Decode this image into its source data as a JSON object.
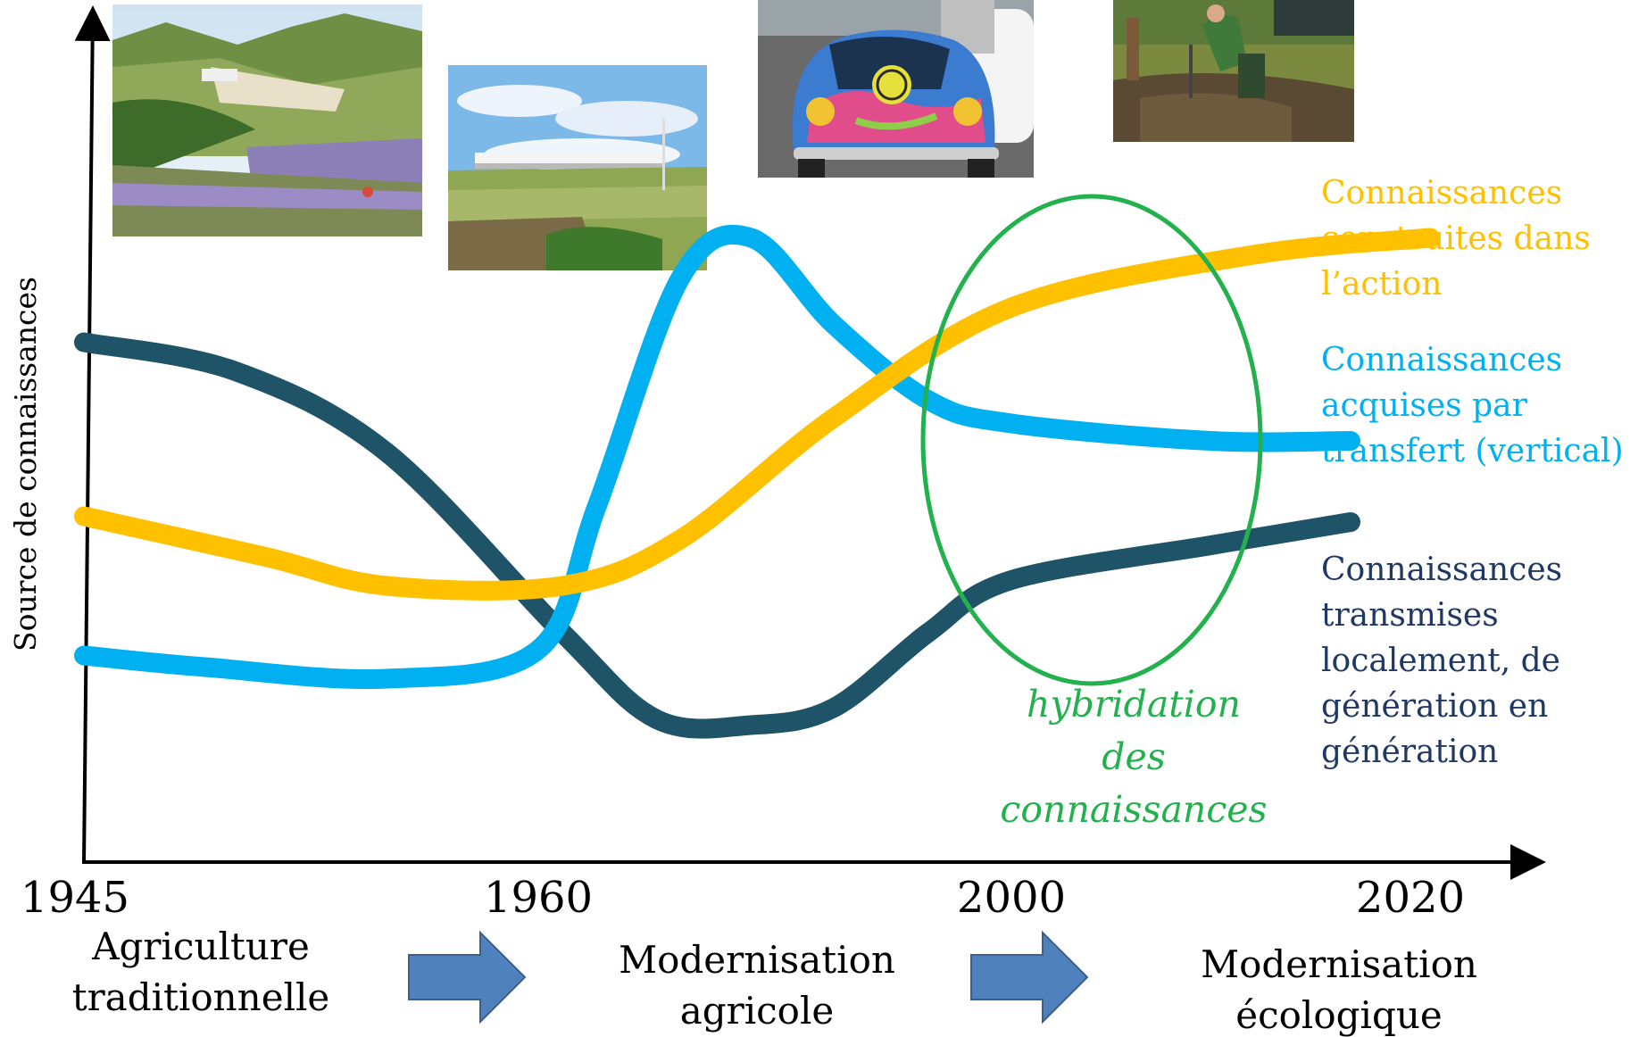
{
  "chart_data": {
    "type": "line",
    "title": "",
    "xlabel": "",
    "ylabel": "Source de connaissances",
    "x_ticks": [
      "1945",
      "1960",
      "2000",
      "2020"
    ],
    "periods": [
      "Agriculture traditionnelle",
      "Modernisation agricole",
      "Modernisation écologique"
    ],
    "series": [
      {
        "name": "Connaissances construites dans l’action",
        "color": "#FFC000",
        "points": [
          [
            1945,
            0.51
          ],
          [
            1951,
            0.44
          ],
          [
            1955,
            0.39
          ],
          [
            1962,
            0.39
          ],
          [
            1972,
            0.47
          ],
          [
            1985,
            0.68
          ],
          [
            2000,
            0.87
          ],
          [
            2012,
            0.96
          ],
          [
            2021,
            0.99
          ]
        ]
      },
      {
        "name": "Connaissances acquises par transfert (vertical)",
        "color": "#00B0F0",
        "points": [
          [
            1945,
            0.27
          ],
          [
            1949,
            0.25
          ],
          [
            1955,
            0.23
          ],
          [
            1960,
            0.28
          ],
          [
            1965,
            0.53
          ],
          [
            1972,
            0.92
          ],
          [
            1978,
            0.99
          ],
          [
            1985,
            0.84
          ],
          [
            1993,
            0.71
          ],
          [
            2000,
            0.67
          ],
          [
            2010,
            0.64
          ],
          [
            2017,
            0.64
          ]
        ]
      },
      {
        "name": "Connaissances transmises localement, de génération en génération",
        "color": "#1F5468",
        "points": [
          [
            1945,
            0.81
          ],
          [
            1950,
            0.76
          ],
          [
            1955,
            0.62
          ],
          [
            1962,
            0.31
          ],
          [
            1970,
            0.16
          ],
          [
            1978,
            0.15
          ],
          [
            1985,
            0.18
          ],
          [
            1993,
            0.31
          ],
          [
            2000,
            0.4
          ],
          [
            2010,
            0.46
          ],
          [
            2017,
            0.5
          ]
        ]
      }
    ],
    "annotation": {
      "text_lines": [
        "hybridation",
        "des",
        "connaissances"
      ],
      "color": "#22B14C",
      "x_center": 2003,
      "y_center": 0.54
    },
    "legend_placement": "right",
    "grid": false
  },
  "legend": [
    {
      "lines": [
        "Connaissances",
        "construites dans",
        "l’action"
      ],
      "color": "#FFC000"
    },
    {
      "lines": [
        "Connaissances",
        "acquises par",
        "transfert (vertical)"
      ],
      "color": "#00B0F0"
    },
    {
      "lines": [
        "Connaissances",
        "transmises",
        "localement, de",
        "génération en",
        "génération"
      ],
      "color": "#1F3864"
    }
  ],
  "arrow_color": "#4F81BD"
}
